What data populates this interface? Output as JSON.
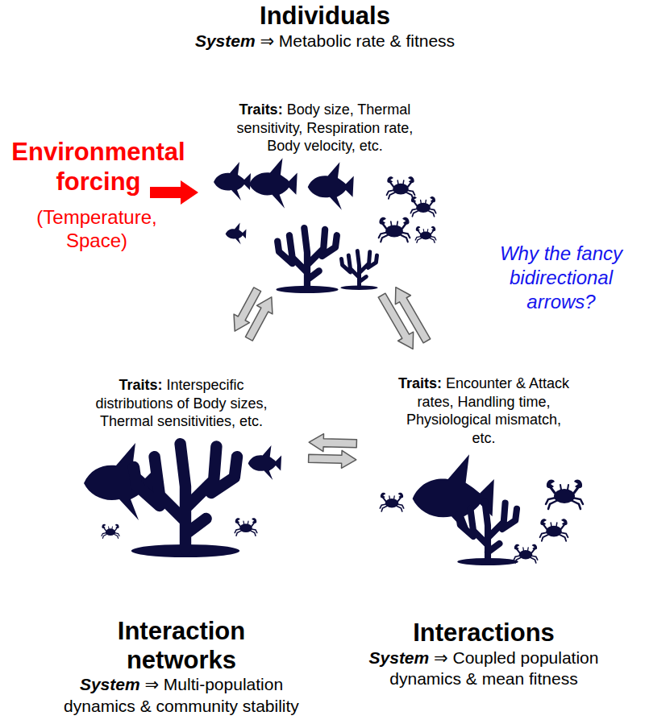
{
  "diagram": {
    "nodes": [
      {
        "text": [
          "Individuals",
          "System ⇒ Metabolic rate & fitness",
          "Traits: Body size, Thermal sensitivity, Respiration rate, Body velocity, etc."
        ]
      },
      {
        "text": [
          "Interaction networks",
          "System ⇒ Multi-population dynamics & community stability",
          "Traits: Interspecific distributions of Body sizes, Thermal sensitivities, etc."
        ]
      },
      {
        "text": [
          "Interactions",
          "System ⇒ Coupled population dynamics & mean fitness",
          "Traits: Encounter & Attack rates, Handling time, Physiological mismatch, etc."
        ]
      }
    ],
    "edges": [
      {
        "from": 0,
        "to": 1,
        "arrow": "both"
      },
      {
        "from": 0,
        "to": 2,
        "arrow": "both"
      },
      {
        "from": 1,
        "to": 2,
        "arrow": "both"
      }
    ],
    "labels": [
      "Environmental forcing",
      "(Temperature, Space)",
      "Why the fancy bidirectional arrows?"
    ]
  }
}
